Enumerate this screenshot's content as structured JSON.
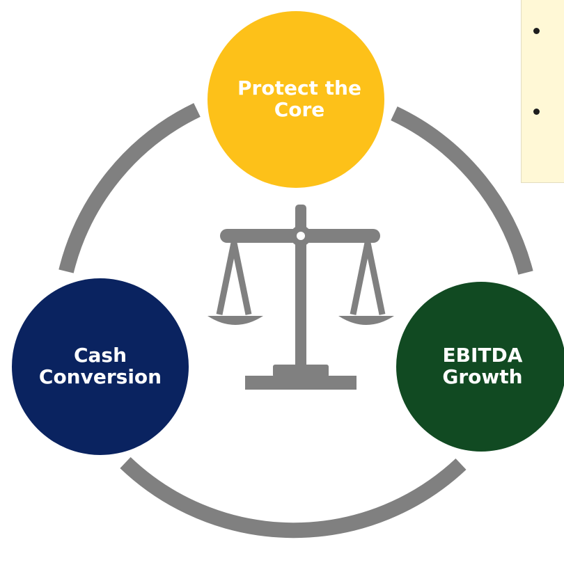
{
  "nodes": {
    "top": {
      "label": "Protect the Core",
      "color": "#FDC119"
    },
    "right": {
      "label": "EBITDA Growth",
      "color": "#114A22"
    },
    "left": {
      "label": "Cash Conversion",
      "color": "#0A2360"
    }
  },
  "colors": {
    "arrow": "#808080",
    "scale": "#808080",
    "callout_bg": "#FFF8D6"
  },
  "icons": {
    "center": "balance-scale-icon",
    "bullets": [
      "bullet-icon",
      "bullet-icon"
    ]
  }
}
